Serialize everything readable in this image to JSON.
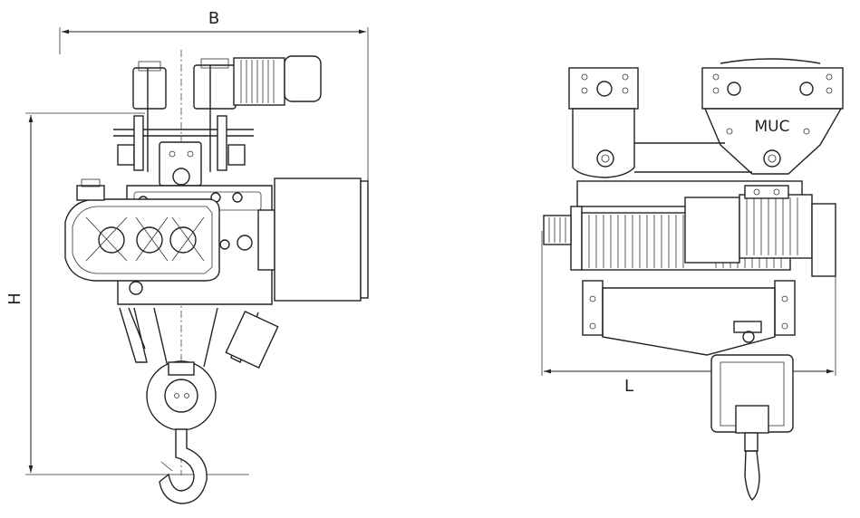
{
  "dimensions": {
    "width_label": "B",
    "height_label": "H",
    "length_label": "L"
  },
  "brand": {
    "logo_text": "MUC"
  },
  "colors": {
    "line": "#222222",
    "background": "#ffffff"
  }
}
